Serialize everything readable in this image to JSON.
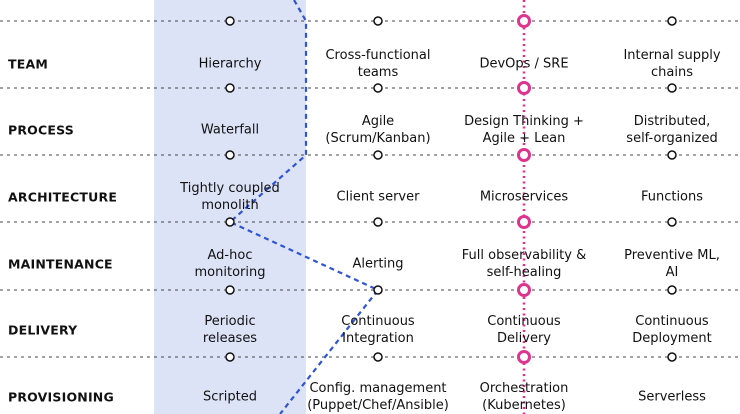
{
  "rows": [
    {
      "label": "TEAM",
      "cells": [
        "Hierarchy",
        "Cross-functional\nteams",
        "DevOps / SRE",
        "Internal supply\nchains"
      ]
    },
    {
      "label": "PROCESS",
      "cells": [
        "Waterfall",
        "Agile\n(Scrum/Kanban)",
        "Design Thinking +\nAgile + Lean",
        "Distributed,\nself-organized"
      ]
    },
    {
      "label": "ARCHITECTURE",
      "cells": [
        "Tightly coupled\nmonolith",
        "Client server",
        "Microservices",
        "Functions"
      ]
    },
    {
      "label": "MAINTENANCE",
      "cells": [
        "Ad-hoc\nmonitoring",
        "Alerting",
        "Full observability &\nself-healing",
        "Preventive ML,\nAI"
      ]
    },
    {
      "label": "DELIVERY",
      "cells": [
        "Periodic\nreleases",
        "Continuous\nIntegration",
        "Continuous\nDelivery",
        "Continuous\nDeployment"
      ]
    },
    {
      "label": "PROVISIONING",
      "cells": [
        "Scripted",
        "Config. management\n(Puppet/Chef/Ansible)",
        "Orchestration\n(Kubernetes)",
        "Serverless"
      ]
    }
  ],
  "colors": {
    "highlight_column": "#dde3f7",
    "dashed_line": "#444444",
    "blue_path": "#2f55d4",
    "pink_path": "#e0338f",
    "node_fill": "#ffffff",
    "node_stroke": "#111111"
  }
}
